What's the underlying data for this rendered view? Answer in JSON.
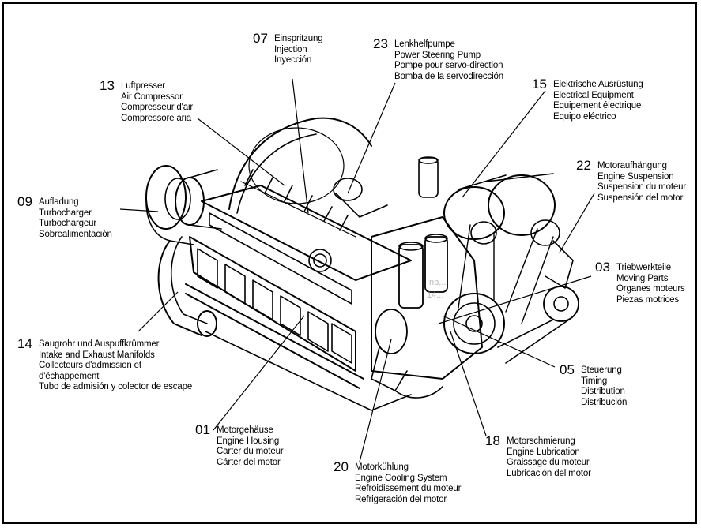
{
  "callouts": [
    {
      "num": "07",
      "lines": [
        "Einspritzung",
        "Injection",
        "Inyección"
      ],
      "note": ""
    },
    {
      "num": "23",
      "lines": [
        "Lenkhelfpumpe",
        "Power Steering Pump",
        "Pompe pour servo-direction",
        "Bomba de la servodirección"
      ]
    },
    {
      "num": "13",
      "lines": [
        "Luftpresser",
        "Air Compressor",
        "Compresseur d'air",
        "Compressore aria"
      ]
    },
    {
      "num": "15",
      "lines": [
        "Elektrische Ausrüstung",
        "Electrical Equipment",
        "Equipement électrique",
        "Equipo eléctrico"
      ]
    },
    {
      "num": "22",
      "lines": [
        "Motoraufhängung",
        "Engine Suspension",
        "Suspension du moteur",
        "Suspensión del motor"
      ]
    },
    {
      "num": "09",
      "lines": [
        "Aufladung",
        "Turbocharger",
        "Turbochargeur",
        "Sobrealimentación"
      ]
    },
    {
      "num": "03",
      "lines": [
        "Triebwerkteile",
        "Moving Parts",
        "Organes moteurs",
        "Piezas motrices"
      ]
    },
    {
      "num": "14",
      "lines": [
        "Saugrohr und Auspuffkrümmer",
        "Intake and Exhaust Manifolds",
        "Collecteurs d'admission et",
        "d'échappement",
        "Tubo de admisión y colector de escape"
      ]
    },
    {
      "num": "05",
      "lines": [
        "Steuerung",
        "Timing",
        "Distribution",
        "Distribución"
      ]
    },
    {
      "num": "01",
      "lines": [
        "Motorgehäuse",
        "Engine Housing",
        "Carter du moteur",
        "Cárter del motor"
      ]
    },
    {
      "num": "18",
      "lines": [
        "Motorschmierung",
        "Engine Lubrication",
        "Graissage du moteur",
        "Lubricación del motor"
      ]
    },
    {
      "num": "20",
      "lines": [
        "Motorkühlung",
        "Engine Cooling System",
        "Refroidissement du moteur",
        "Refrigeración del motor"
      ]
    }
  ],
  "watermark": [
    "Inb...",
    "14..."
  ]
}
